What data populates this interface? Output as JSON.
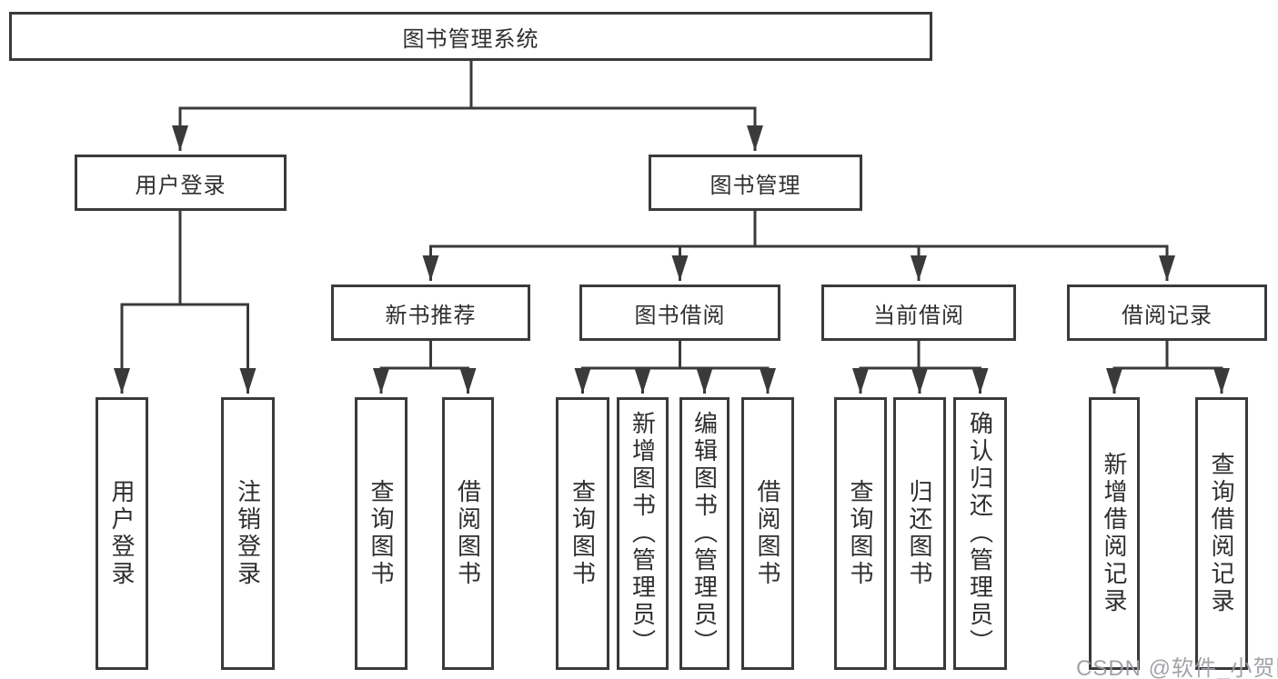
{
  "diagram": {
    "root": {
      "label": "图书管理系统"
    },
    "branches": [
      {
        "label": "用户登录",
        "children": [
          {
            "label": "用户登录"
          },
          {
            "label": "注销登录"
          }
        ]
      },
      {
        "label": "图书管理",
        "children": [
          {
            "label": "新书推荐",
            "children": [
              {
                "label": "查询图书"
              },
              {
                "label": "借阅图书"
              }
            ]
          },
          {
            "label": "图书借阅",
            "children": [
              {
                "label": "查询图书"
              },
              {
                "label": "新增图书（管理员）"
              },
              {
                "label": "编辑图书（管理员）"
              },
              {
                "label": "借阅图书"
              }
            ]
          },
          {
            "label": "当前借阅",
            "children": [
              {
                "label": "查询图书"
              },
              {
                "label": "归还图书"
              },
              {
                "label": "确认归还（管理员）"
              }
            ]
          },
          {
            "label": "借阅记录",
            "children": [
              {
                "label": "新增借阅记录"
              },
              {
                "label": "查询借阅记录"
              }
            ]
          }
        ]
      }
    ]
  },
  "watermark": {
    "text": "CSDN @软件_小贺同学"
  },
  "colors": {
    "line": "#3a3a3a",
    "text": "#2e2e2e",
    "watermark": "#9b9ea2",
    "background": "#ffffff"
  }
}
